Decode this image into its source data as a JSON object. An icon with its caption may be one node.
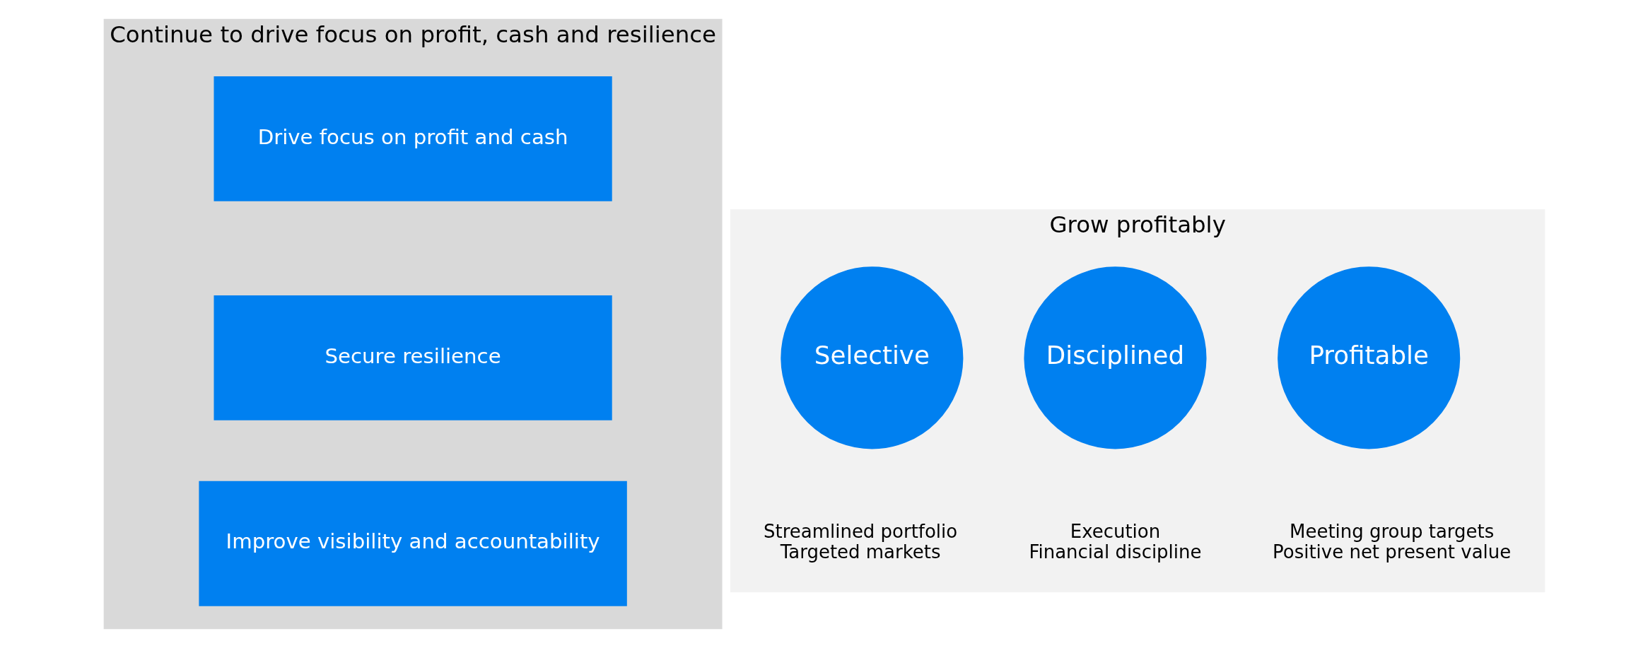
{
  "diagram": {
    "nodes": [
      {
        "text": [
          "Continue to drive focus on profit, cash and resilience"
        ]
      },
      {
        "text": [
          "Drive focus on profit and cash"
        ],
        "in": 0
      },
      {
        "text": [
          "Secure resilience"
        ],
        "in": 0
      },
      {
        "text": [
          "Improve visibility and accountability"
        ],
        "in": 0
      },
      {
        "text": [
          "Grow profitably"
        ]
      },
      {
        "text": [
          "Selective"
        ],
        "in": 4,
        "beside": [
          "Streamlined portfolio",
          "Targeted markets"
        ]
      },
      {
        "text": [
          "Disciplined"
        ],
        "in": 4,
        "beside": [
          "Execution",
          "Financial discipline"
        ]
      },
      {
        "text": [
          "Profitable"
        ],
        "in": 4,
        "beside": [
          "Meeting group targets",
          "Positive net present value"
        ]
      }
    ]
  }
}
